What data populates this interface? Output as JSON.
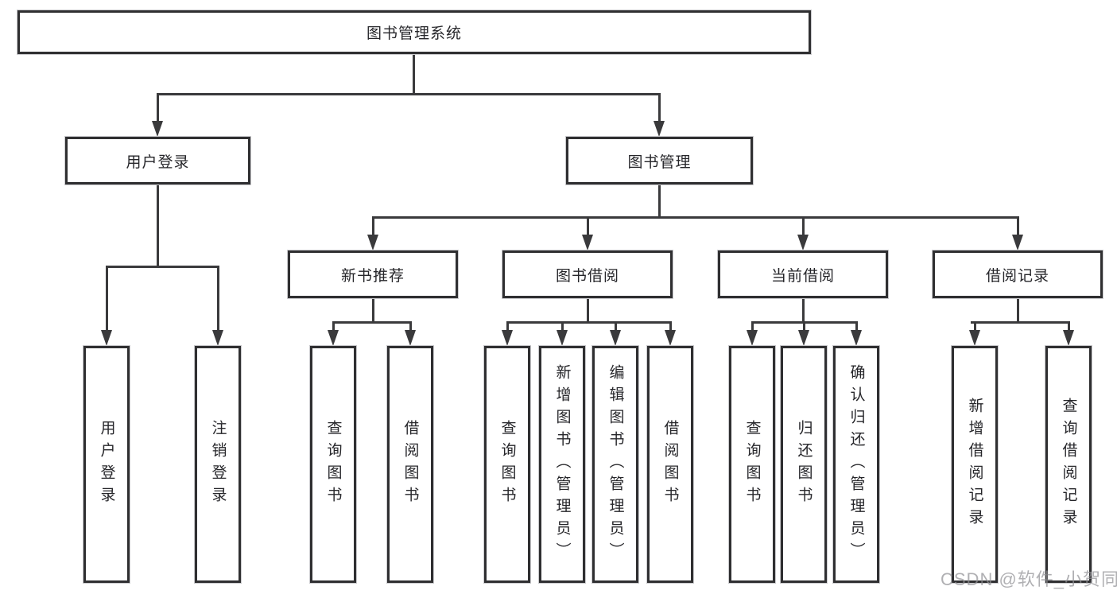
{
  "colors": {
    "background": "#ffffff",
    "box_border": "#2f2f31",
    "connector_line": "#3a3a3c",
    "text": "#26262a",
    "watermark_text_color": "#9a9a9e"
  },
  "watermark": {
    "text": "CSDN @软件_小贺同学"
  },
  "tree": {
    "root": {
      "label": "图书管理系统"
    },
    "branches": [
      {
        "label": "用户登录",
        "children": [
          {
            "label": "用户登录"
          },
          {
            "label": "注销登录"
          }
        ]
      },
      {
        "label": "图书管理",
        "children": [
          {
            "label": "新书推荐",
            "children": [
              {
                "label": "查询图书"
              },
              {
                "label": "借阅图书"
              }
            ]
          },
          {
            "label": "图书借阅",
            "children": [
              {
                "label": "查询图书"
              },
              {
                "label": "新增图书（管理员）"
              },
              {
                "label": "编辑图书（管理员）"
              },
              {
                "label": "借阅图书"
              }
            ]
          },
          {
            "label": "当前借阅",
            "children": [
              {
                "label": "查询图书"
              },
              {
                "label": "归还图书"
              },
              {
                "label": "确认归还（管理员）"
              }
            ]
          },
          {
            "label": "借阅记录",
            "children": [
              {
                "label": "新增借阅记录"
              },
              {
                "label": "查询借阅记录"
              }
            ]
          }
        ]
      }
    ]
  }
}
